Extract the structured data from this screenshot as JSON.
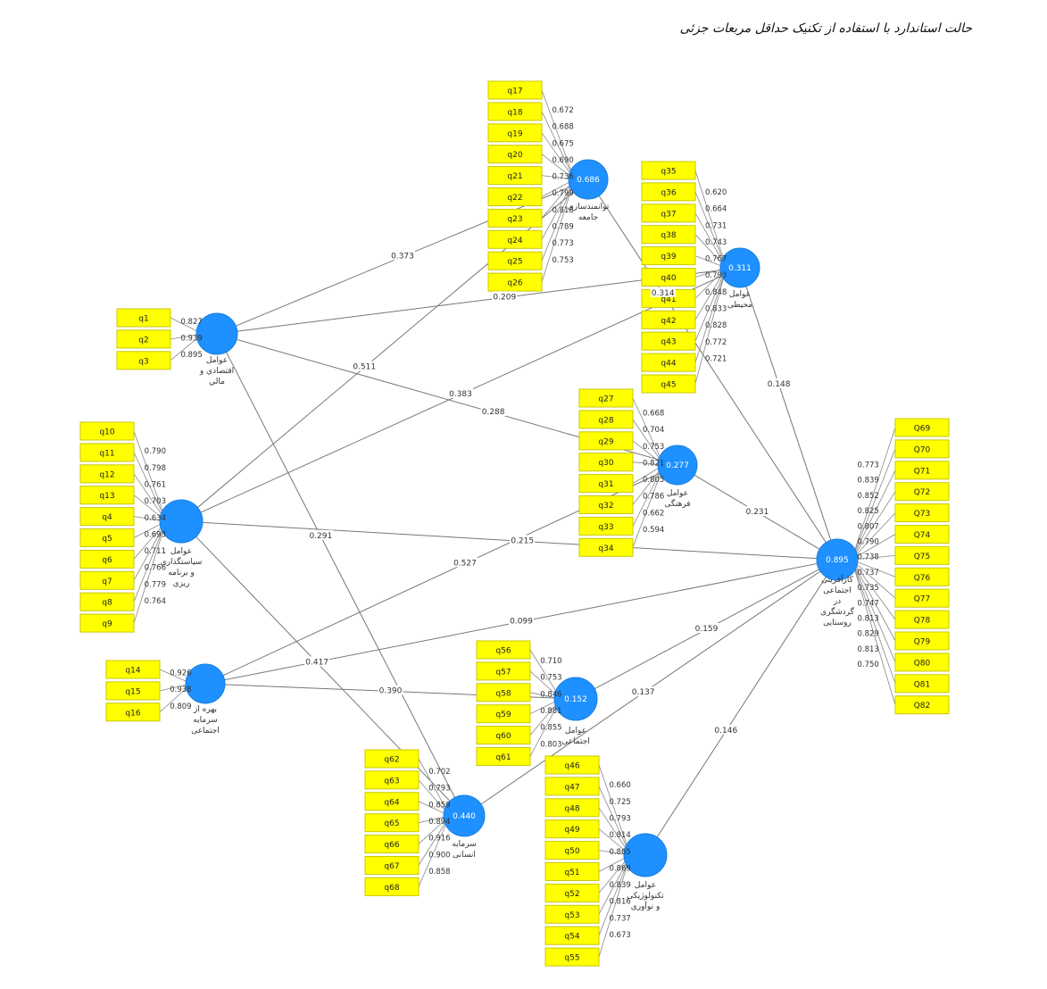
{
  "title": "حالت استاندارد با استفاده از تکنیک حداقل مربعات جزئی",
  "colors": {
    "indicator": "#ffff00",
    "latent": "#1e90ff",
    "edge": "#777777"
  },
  "constructs": [
    {
      "id": "econ",
      "name": [
        "عوامل",
        "اقتصادي و",
        "مالي"
      ],
      "value": "",
      "indicators": [
        "q1",
        "q2",
        "q3"
      ],
      "loadings": [
        "0.827",
        "0.939",
        "0.895"
      ]
    },
    {
      "id": "pol",
      "name": [
        "عوامل",
        "سیاستگذاری",
        "و برنامه",
        "ریزی"
      ],
      "value": "",
      "indicators": [
        "q10",
        "q11",
        "q12",
        "q13",
        "q4",
        "q5",
        "q6",
        "q7",
        "q8",
        "q9"
      ],
      "loadings": [
        "0.790",
        "0.798",
        "0.761",
        "0.703",
        "0.634",
        "0.693",
        "0.711",
        "0.766",
        "0.779",
        "0.764"
      ]
    },
    {
      "id": "soc",
      "name": [
        "بهره از",
        "سرمایه",
        "اجتماعی"
      ],
      "value": "",
      "indicators": [
        "q14",
        "q15",
        "q16"
      ],
      "loadings": [
        "0.926",
        "0.938",
        "0.809"
      ]
    },
    {
      "id": "comm",
      "name": [
        "توانمندسازی",
        "جامعه"
      ],
      "value": "0.686",
      "indicators": [
        "q17",
        "q18",
        "q19",
        "q20",
        "q21",
        "q22",
        "q23",
        "q24",
        "q25",
        "q26"
      ],
      "loadings": [
        "0.672",
        "0.688",
        "0.675",
        "0.690",
        "0.736",
        "0.799",
        "0.818",
        "0.789",
        "0.773",
        "0.753"
      ]
    },
    {
      "id": "env",
      "name": [
        "عوامل",
        "محیطی"
      ],
      "value": "0.311",
      "indicators": [
        "q35",
        "q36",
        "q37",
        "q38",
        "q39",
        "q40",
        "q41",
        "q42",
        "q43",
        "q44",
        "q45"
      ],
      "loadings": [
        "0.620",
        "0.664",
        "0.731",
        "0.743",
        "0.767",
        "0.793",
        "0.848",
        "0.833",
        "0.828",
        "0.772",
        "0.721"
      ]
    },
    {
      "id": "cult",
      "name": [
        "عوامل",
        "فرهنگی"
      ],
      "value": "0.277",
      "indicators": [
        "q27",
        "q28",
        "q29",
        "q30",
        "q31",
        "q32",
        "q33",
        "q34"
      ],
      "loadings": [
        "0.668",
        "0.704",
        "0.753",
        "0.821",
        "0.805",
        "0.786",
        "0.662",
        "0.594"
      ]
    },
    {
      "id": "socf",
      "name": [
        "عوامل",
        "اجتماعی"
      ],
      "value": "0.152",
      "indicators": [
        "q56",
        "q57",
        "q58",
        "q59",
        "q60",
        "q61"
      ],
      "loadings": [
        "0.710",
        "0.753",
        "0.846",
        "0.881",
        "0.855",
        "0.803"
      ]
    },
    {
      "id": "hum",
      "name": [
        "سرمایه",
        "انسانی"
      ],
      "value": "0.440",
      "indicators": [
        "q62",
        "q63",
        "q64",
        "q65",
        "q66",
        "q67",
        "q68"
      ],
      "loadings": [
        "0.702",
        "0.793",
        "0.859",
        "0.894",
        "0.916",
        "0.900",
        "0.858"
      ]
    },
    {
      "id": "tech",
      "name": [
        "عوامل",
        "تکنولوژیکی",
        "و نوآوری"
      ],
      "value": "",
      "indicators": [
        "q46",
        "q47",
        "q48",
        "q49",
        "q50",
        "q51",
        "q52",
        "q53",
        "q54",
        "q55"
      ],
      "loadings": [
        "0.660",
        "0.725",
        "0.793",
        "0.814",
        "0.865",
        "0.869",
        "0.839",
        "0.816",
        "0.737",
        "0.673"
      ]
    },
    {
      "id": "ent",
      "name": [
        "کارآفرینی",
        "اجتماعی",
        "در",
        "گردشگری",
        "روستایی"
      ],
      "value": "0.895",
      "indicators": [
        "Q69",
        "Q70",
        "Q71",
        "Q72",
        "Q73",
        "Q74",
        "Q75",
        "Q76",
        "Q77",
        "Q78",
        "Q79",
        "Q80",
        "Q81",
        "Q82"
      ],
      "loadings": [
        "0.773",
        "0.839",
        "0.852",
        "0.825",
        "0.807",
        "0.790",
        "0.738",
        "0.737",
        "0.735",
        "0.747",
        "0.813",
        "0.829",
        "0.813",
        "0.750"
      ]
    }
  ],
  "paths": [
    {
      "from": "econ",
      "to": "comm",
      "value": "0.373"
    },
    {
      "from": "econ",
      "to": "env",
      "value": "0.209"
    },
    {
      "from": "econ",
      "to": "cult",
      "value": "0.288"
    },
    {
      "from": "econ",
      "to": "hum",
      "value": "0.291"
    },
    {
      "from": "pol",
      "to": "comm",
      "value": "0.511"
    },
    {
      "from": "pol",
      "to": "env",
      "value": "0.383"
    },
    {
      "from": "pol",
      "to": "ent",
      "value": "0.215"
    },
    {
      "from": "pol",
      "to": "hum",
      "value": "0.417"
    },
    {
      "from": "soc",
      "to": "cult",
      "value": "0.527"
    },
    {
      "from": "soc",
      "to": "ent",
      "value": "0.099"
    },
    {
      "from": "soc",
      "to": "socf",
      "value": "0.390"
    },
    {
      "from": "comm",
      "to": "ent",
      "value": "0.314"
    },
    {
      "from": "env",
      "to": "ent",
      "value": "0.148"
    },
    {
      "from": "cult",
      "to": "ent",
      "value": "0.231"
    },
    {
      "from": "socf",
      "to": "ent",
      "value": "0.159"
    },
    {
      "from": "hum",
      "to": "ent",
      "value": "0.137"
    },
    {
      "from": "tech",
      "to": "ent",
      "value": "0.146"
    }
  ]
}
